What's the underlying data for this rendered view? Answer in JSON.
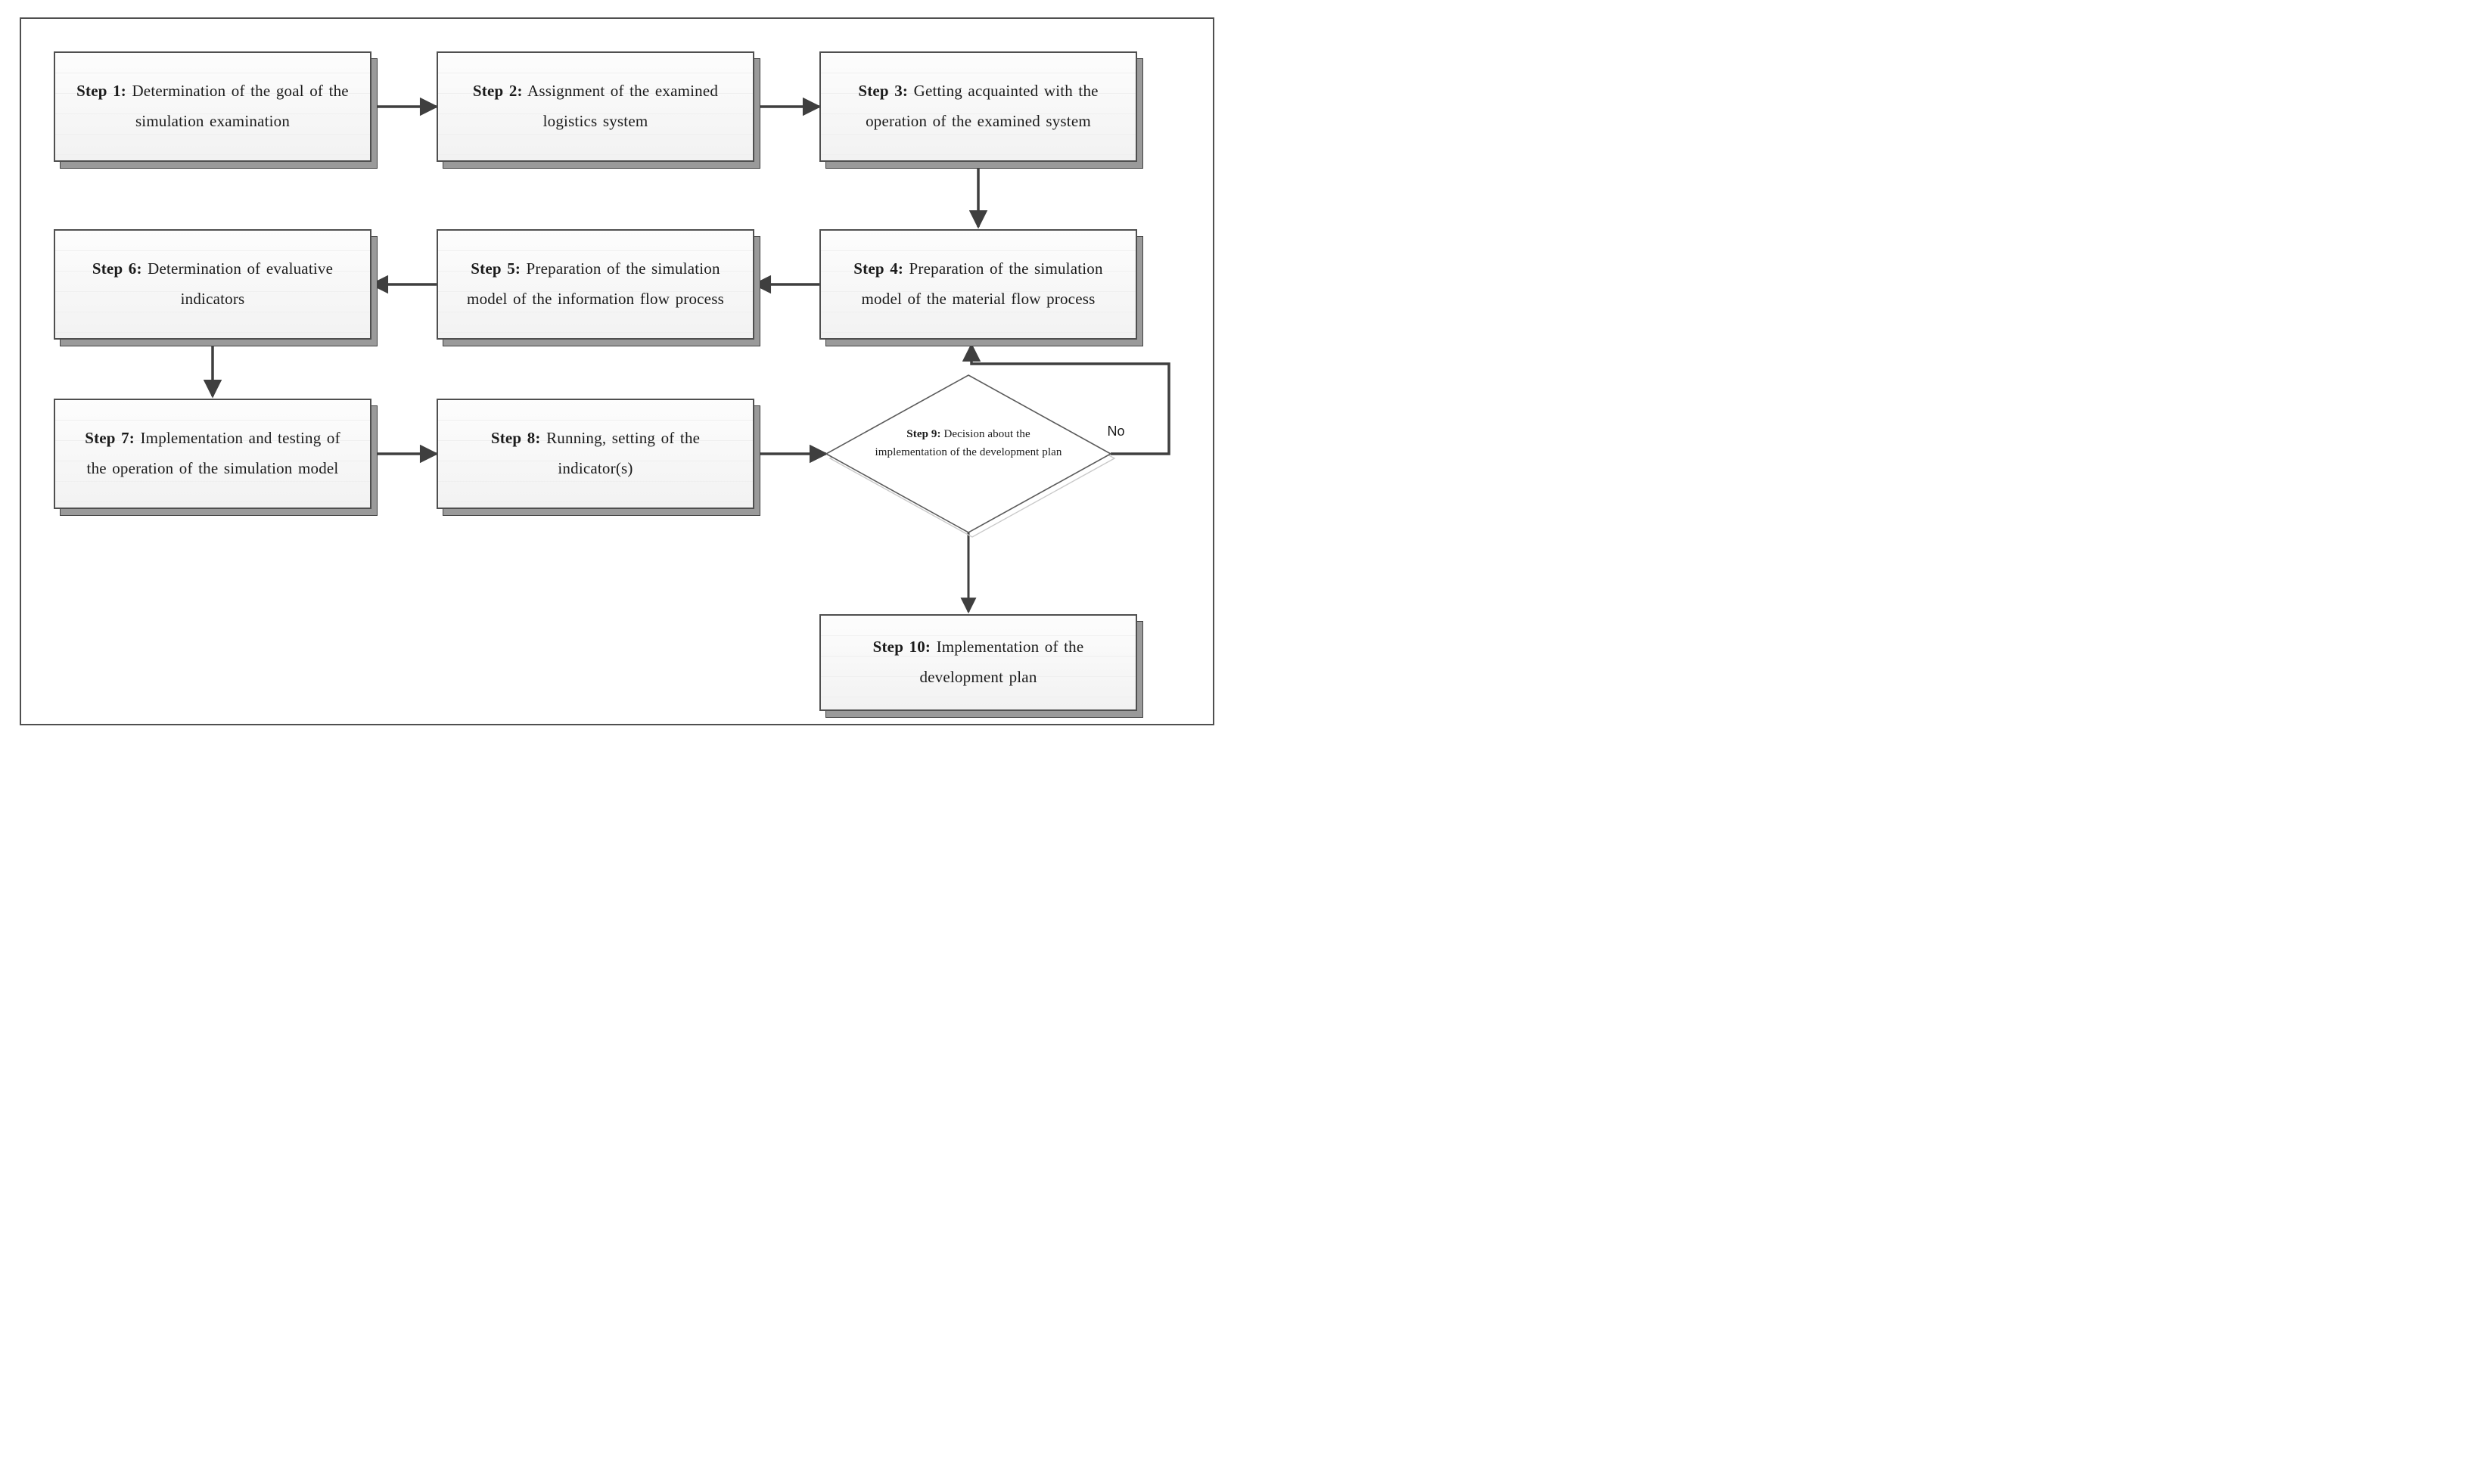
{
  "nodes": [
    {
      "id": "step-1",
      "type": "process",
      "label": "Step 1:",
      "text": "Determination of the goal of the simulation examination"
    },
    {
      "id": "step-2",
      "type": "process",
      "label": "Step 2:",
      "text": "Assignment of the examined logistics system"
    },
    {
      "id": "step-3",
      "type": "process",
      "label": "Step 3:",
      "text": "Getting acquainted with the operation of the examined system"
    },
    {
      "id": "step-4",
      "type": "process",
      "label": "Step 4:",
      "text": "Preparation of the simulation model of the material flow process"
    },
    {
      "id": "step-5",
      "type": "process",
      "label": "Step 5:",
      "text": "Preparation of the simulation model of the information flow process"
    },
    {
      "id": "step-6",
      "type": "process",
      "label": "Step 6:",
      "text": "Determination of evaluative indicators"
    },
    {
      "id": "step-7",
      "type": "process",
      "label": "Step 7:",
      "text": "Implementation and testing of the operation of the simulation model"
    },
    {
      "id": "step-8",
      "type": "process",
      "label": "Step 8:",
      "text": "Running, setting of the indicator(s)"
    },
    {
      "id": "step-9",
      "type": "decision",
      "label": "Step 9:",
      "text": "Decision about the implementation of the development plan"
    },
    {
      "id": "step-10",
      "type": "process",
      "label": "Step 10:",
      "text": "Implementation of the development plan"
    }
  ],
  "edges": {
    "no_label": "No",
    "flow": [
      {
        "from": "step-1",
        "to": "step-2"
      },
      {
        "from": "step-2",
        "to": "step-3"
      },
      {
        "from": "step-3",
        "to": "step-4"
      },
      {
        "from": "step-4",
        "to": "step-5"
      },
      {
        "from": "step-5",
        "to": "step-6"
      },
      {
        "from": "step-6",
        "to": "step-7"
      },
      {
        "from": "step-7",
        "to": "step-8"
      },
      {
        "from": "step-8",
        "to": "step-9"
      },
      {
        "from": "step-9",
        "to": "step-4",
        "label": "No"
      },
      {
        "from": "step-9",
        "to": "step-10"
      }
    ]
  },
  "colors": {
    "line": "#3f3f3f",
    "box-border": "#4f4f4f",
    "text": "#1b1b1b",
    "shadow": "#9a9a9a",
    "shadow-rim": "#414141",
    "diamond-stroke": "#5b5b5b",
    "figure-border": "#4f4f4f",
    "ruled": "#efefef",
    "bg-top": "#fdfdfd",
    "bg-bottom": "#f2f2f2"
  }
}
